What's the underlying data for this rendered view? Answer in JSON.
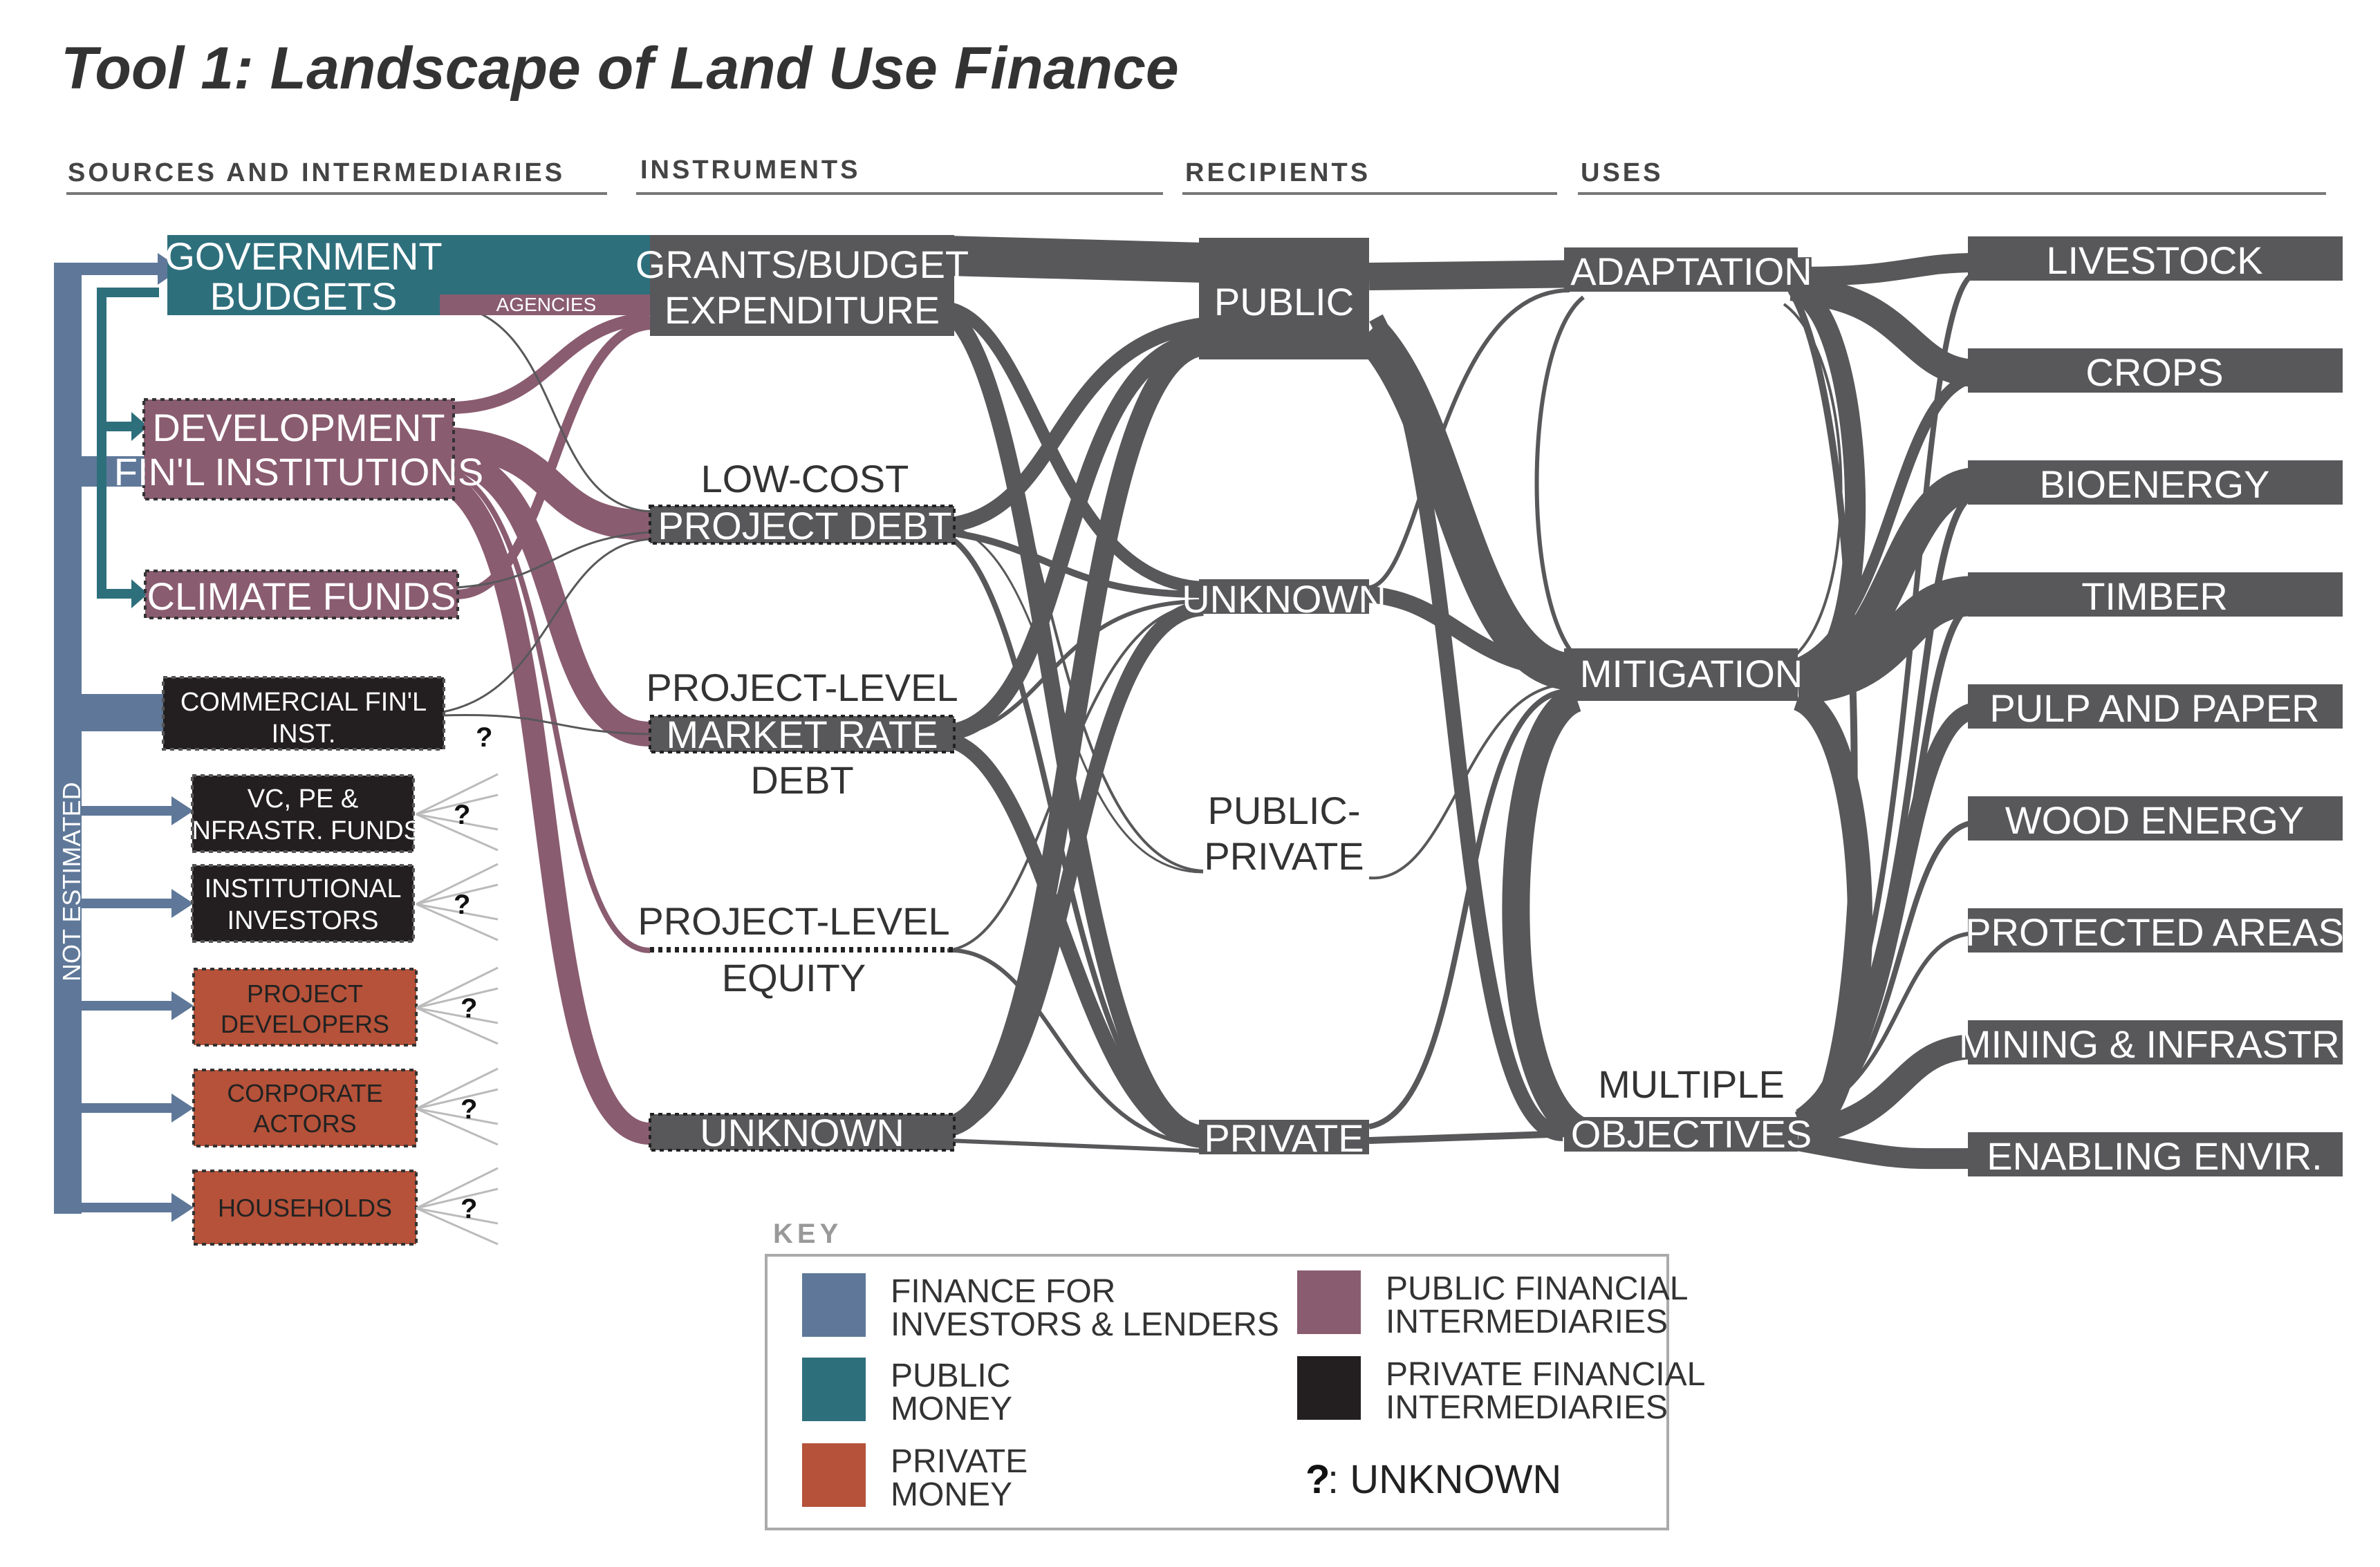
{
  "title": "Tool 1: Landscape of Land Use Finance",
  "headers": {
    "sources": "SOURCES AND INTERMEDIARIES",
    "instruments": "INSTRUMENTS",
    "recipients": "RECIPIENTS",
    "uses": "USES"
  },
  "sources": {
    "government_budgets": [
      "GOVERNMENT",
      "BUDGETS"
    ],
    "agencies": "AGENCIES",
    "dfi": [
      "DEVELOPMENT",
      "FIN'L INSTITUTIONS"
    ],
    "climate_funds": "CLIMATE FUNDS",
    "commercial": [
      "COMMERCIAL FIN'L",
      "INST."
    ],
    "vc_pe": [
      "VC, PE &",
      "INFRASTR. FUNDS"
    ],
    "institutional": [
      "INSTITUTIONAL",
      "INVESTORS"
    ],
    "developers": [
      "PROJECT",
      "DEVELOPERS"
    ],
    "corporate": [
      "CORPORATE",
      "ACTORS"
    ],
    "households": "HOUSEHOLDS",
    "not_estimated": "NOT ESTIMATED",
    "unknown_mark": "?"
  },
  "instruments": {
    "grants": [
      "GRANTS/BUDGET",
      "EXPENDITURE"
    ],
    "low_cost": [
      "LOW-COST",
      "PROJECT DEBT"
    ],
    "market_rate": [
      "PROJECT-LEVEL",
      "MARKET RATE",
      "DEBT"
    ],
    "equity": [
      "PROJECT-LEVEL",
      "EQUITY"
    ],
    "unknown": "UNKNOWN"
  },
  "recipients": {
    "public": "PUBLIC",
    "unknown": "UNKNOWN",
    "public_private": [
      "PUBLIC-",
      "PRIVATE"
    ],
    "private": "PRIVATE"
  },
  "objectives": {
    "adaptation": "ADAPTATION",
    "mitigation": "MITIGATION",
    "multiple": [
      "MULTIPLE",
      "OBJECTIVES"
    ]
  },
  "uses": [
    "LIVESTOCK",
    "CROPS",
    "BIOENERGY",
    "TIMBER",
    "PULP AND PAPER",
    "WOOD ENERGY",
    "PROTECTED AREAS",
    "MINING & INFRASTR.",
    "ENABLING ENVIR."
  ],
  "key": {
    "title": "KEY",
    "items": [
      {
        "label": [
          "FINANCE FOR",
          "INVESTORS & LENDERS"
        ],
        "color": "#5f7899"
      },
      {
        "label": [
          "PUBLIC",
          "MONEY"
        ],
        "color": "#2e6f7c"
      },
      {
        "label": [
          "PRIVATE",
          "MONEY"
        ],
        "color": "#b55239"
      },
      {
        "label": [
          "PUBLIC FINANCIAL",
          "INTERMEDIARIES"
        ],
        "color": "#8a5c70"
      },
      {
        "label": [
          "PRIVATE FINANCIAL",
          "INTERMEDIARIES"
        ],
        "color": "#231f20"
      }
    ],
    "unknown_symbol": "?",
    "unknown_label": ": UNKNOWN"
  },
  "colors": {
    "investors": "#5f7899",
    "public_money": "#2e6f7c",
    "private_money": "#b55239",
    "public_intermediary": "#8a5c70",
    "private_intermediary": "#231f20",
    "flow": "#58585a"
  }
}
